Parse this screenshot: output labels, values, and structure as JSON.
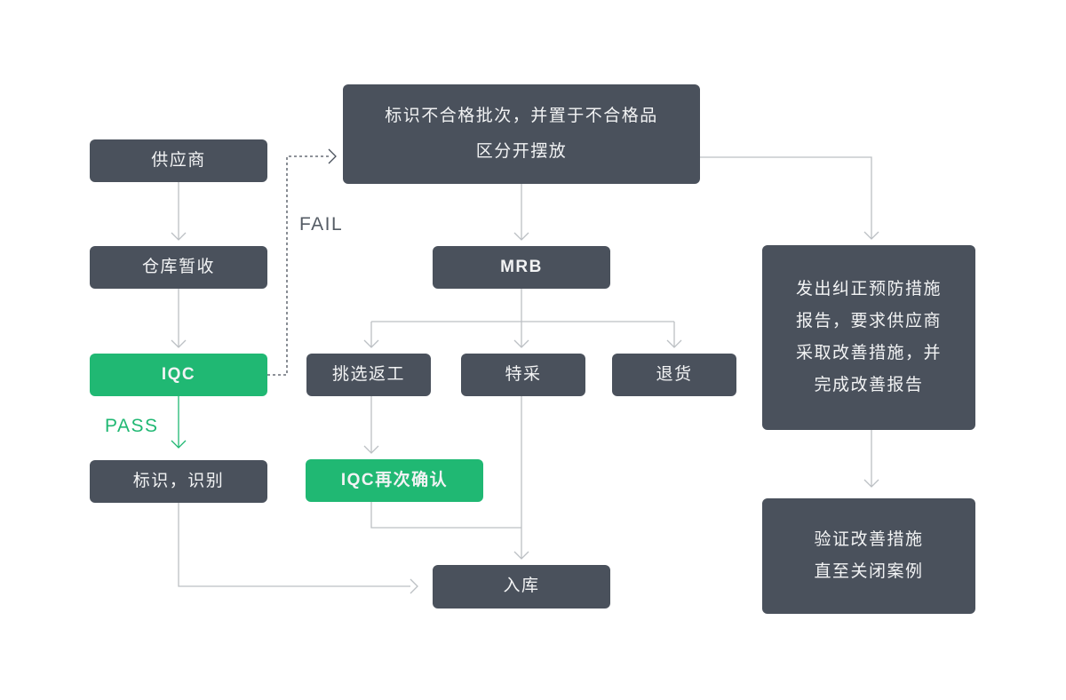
{
  "colors": {
    "background": "#FFFFFF",
    "box_dark": "#4A515C",
    "box_green": "#20B873",
    "text_light": "#F2F3F4",
    "connector": "#BCC0C4",
    "dashed": "#4A515C",
    "pass_label": "#20B873",
    "fail_label": "#545B64"
  },
  "nodes": {
    "supplier": {
      "label": "供应商"
    },
    "warehouse_receive": {
      "label": "仓库暂收"
    },
    "iqc": {
      "label": "IQC"
    },
    "mark_identify": {
      "label": "标识，识别"
    },
    "mark_nonconforming": {
      "label": "标识不合格批次，并置于不合格品\n区分开摆放"
    },
    "mrb": {
      "label": "MRB"
    },
    "sort_rework": {
      "label": "挑选返工"
    },
    "special_acceptance": {
      "label": "特采"
    },
    "return_goods": {
      "label": "退货"
    },
    "iqc_reconfirm": {
      "label": "IQC再次确认"
    },
    "warehouse_in": {
      "label": "入库"
    },
    "capa_report": {
      "label": "发出纠正预防措施\n报告，要求供应商\n采取改善措施，并\n完成改善报告"
    },
    "verify_close": {
      "label": "验证改善措施\n直至关闭案例"
    }
  },
  "edge_labels": {
    "pass": "PASS",
    "fail": "FAIL"
  },
  "edges": [
    {
      "from": "supplier",
      "to": "warehouse_receive",
      "style": "solid-arrow"
    },
    {
      "from": "warehouse_receive",
      "to": "iqc",
      "style": "solid-arrow"
    },
    {
      "from": "iqc",
      "to": "mark_identify",
      "style": "green-arrow",
      "label": "PASS"
    },
    {
      "from": "iqc",
      "to": "mark_nonconforming",
      "style": "dashed-arrow",
      "label": "FAIL"
    },
    {
      "from": "mark_nonconforming",
      "to": "mrb",
      "style": "solid-arrow"
    },
    {
      "from": "mark_nonconforming",
      "to": "capa_report",
      "style": "solid-arrow"
    },
    {
      "from": "mrb",
      "to": "sort_rework",
      "style": "solid-arrow"
    },
    {
      "from": "mrb",
      "to": "special_acceptance",
      "style": "solid-arrow"
    },
    {
      "from": "mrb",
      "to": "return_goods",
      "style": "solid-arrow"
    },
    {
      "from": "sort_rework",
      "to": "iqc_reconfirm",
      "style": "solid-arrow"
    },
    {
      "from": "iqc_reconfirm",
      "to": "warehouse_in",
      "style": "solid-line"
    },
    {
      "from": "special_acceptance",
      "to": "warehouse_in",
      "style": "solid-arrow"
    },
    {
      "from": "mark_identify",
      "to": "warehouse_in",
      "style": "solid-arrow"
    },
    {
      "from": "capa_report",
      "to": "verify_close",
      "style": "solid-arrow"
    }
  ]
}
